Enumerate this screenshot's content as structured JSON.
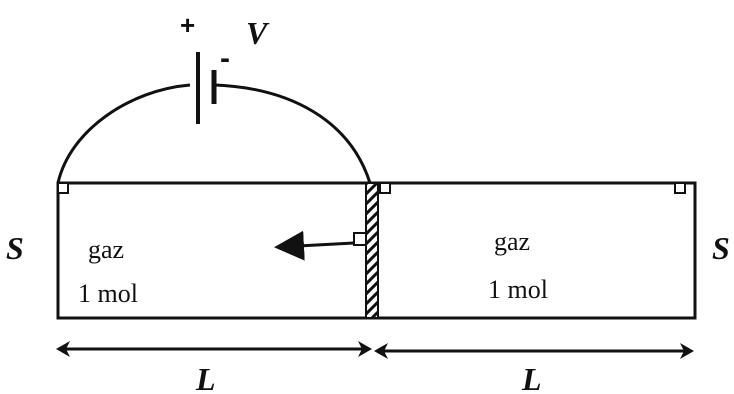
{
  "battery": {
    "plus_sign": "+",
    "minus_sign": "-",
    "voltage_label": "V"
  },
  "compartments": {
    "left": {
      "gas_label": "gaz",
      "amount_label": "1 mol"
    },
    "right": {
      "gas_label": "gaz",
      "amount_label": "1 mol"
    }
  },
  "section_labels": {
    "left": "S",
    "right": "S"
  },
  "dimensions": {
    "left_length": "L",
    "right_length": "L"
  }
}
